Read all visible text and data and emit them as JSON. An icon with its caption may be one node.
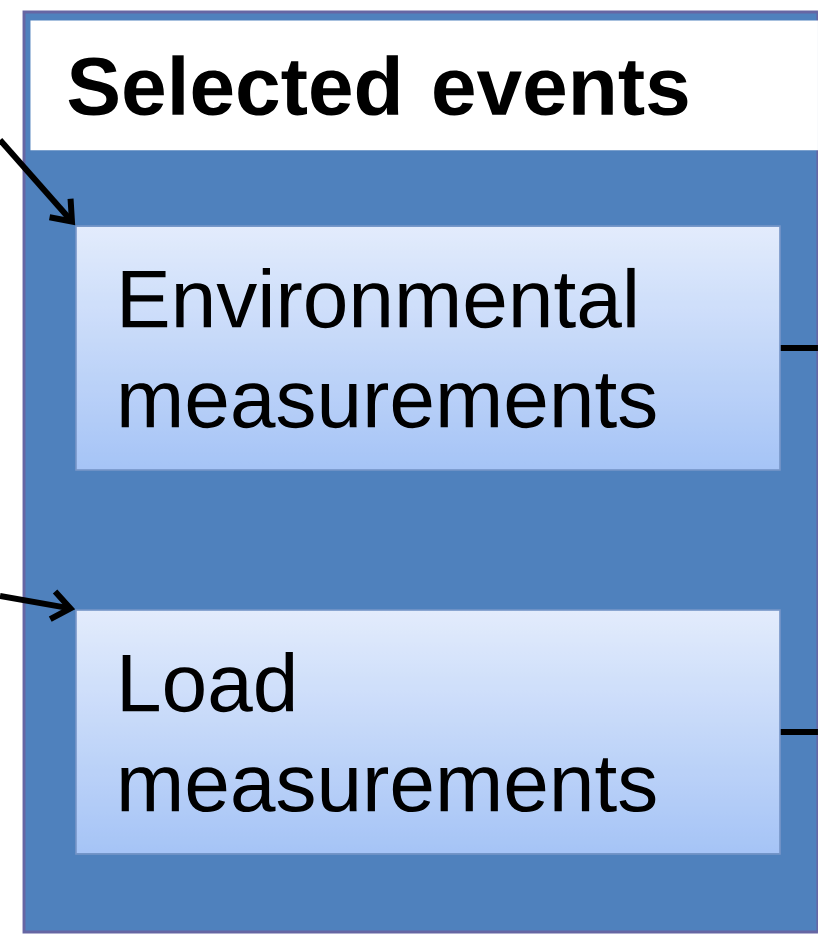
{
  "diagram": {
    "nodes": [
      {
        "text": [
          "Selected events"
        ]
      },
      {
        "text": [
          "Environmental measurements"
        ],
        "in": 0
      },
      {
        "text": [
          "Load measurements"
        ],
        "in": 0
      }
    ],
    "edges": [
      {
        "from": null,
        "to": 1,
        "arrow": "to"
      },
      {
        "from": null,
        "to": 2,
        "arrow": "to"
      },
      {
        "from": 1,
        "to": null,
        "arrow": "none"
      },
      {
        "from": 2,
        "to": null,
        "arrow": "none"
      }
    ]
  }
}
